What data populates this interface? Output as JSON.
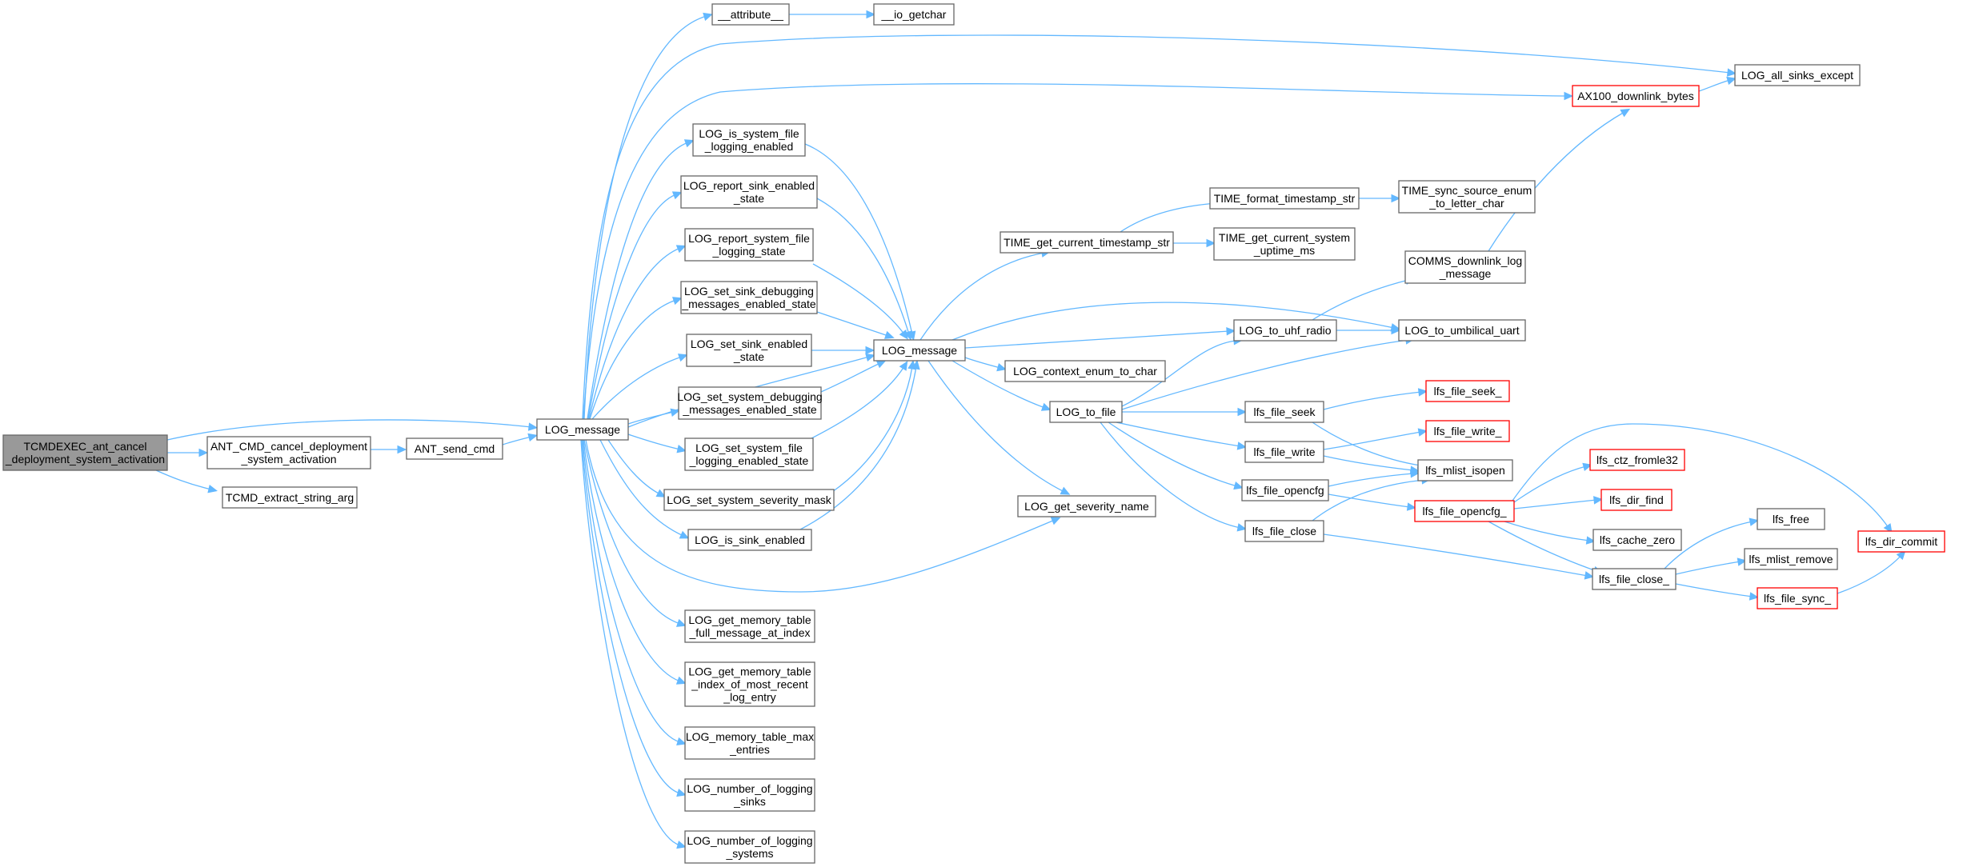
{
  "graph": {
    "colors": {
      "edge": "#63b8ff",
      "root_fill": "#999999",
      "node_border": "#666666",
      "incomplete_border": "#ff0000"
    },
    "nodes": [
      {
        "id": "tcmdexec",
        "lines": [
          "TCMDEXEC_ant_cancel",
          "_deployment_system_activation"
        ],
        "style": "root"
      },
      {
        "id": "ant_cmd_cancel",
        "lines": [
          "ANT_CMD_cancel_deployment",
          "_system_activation"
        ]
      },
      {
        "id": "tcmd_extract",
        "lines": [
          "TCMD_extract_string_arg"
        ]
      },
      {
        "id": "ant_send_cmd",
        "lines": [
          "ANT_send_cmd"
        ]
      },
      {
        "id": "log_message_a",
        "lines": [
          "LOG_message"
        ]
      },
      {
        "id": "attribute",
        "lines": [
          "__attribute__"
        ]
      },
      {
        "id": "io_getchar",
        "lines": [
          "__io_getchar"
        ]
      },
      {
        "id": "log_is_system_file",
        "lines": [
          "LOG_is_system_file",
          "_logging_enabled"
        ]
      },
      {
        "id": "log_report_sink",
        "lines": [
          "LOG_report_sink_enabled",
          "_state"
        ]
      },
      {
        "id": "log_report_system_file",
        "lines": [
          "LOG_report_system_file",
          "_logging_state"
        ]
      },
      {
        "id": "log_set_sink_debug",
        "lines": [
          "LOG_set_sink_debugging",
          "_messages_enabled_state"
        ]
      },
      {
        "id": "log_set_sink_enabled",
        "lines": [
          "LOG_set_sink_enabled",
          "_state"
        ]
      },
      {
        "id": "log_set_system_debug",
        "lines": [
          "LOG_set_system_debugging",
          "_messages_enabled_state"
        ]
      },
      {
        "id": "log_set_system_file",
        "lines": [
          "LOG_set_system_file",
          "_logging_enabled_state"
        ]
      },
      {
        "id": "log_set_system_severity",
        "lines": [
          "LOG_set_system_severity_mask"
        ]
      },
      {
        "id": "log_is_sink_enabled",
        "lines": [
          "LOG_is_sink_enabled"
        ]
      },
      {
        "id": "log_get_mem_full",
        "lines": [
          "LOG_get_memory_table",
          "_full_message_at_index"
        ]
      },
      {
        "id": "log_get_mem_index",
        "lines": [
          "LOG_get_memory_table",
          "_index_of_most_recent",
          "_log_entry"
        ]
      },
      {
        "id": "log_mem_max",
        "lines": [
          "LOG_memory_table_max",
          "_entries"
        ]
      },
      {
        "id": "log_num_sinks",
        "lines": [
          "LOG_number_of_logging",
          "_sinks"
        ]
      },
      {
        "id": "log_num_systems",
        "lines": [
          "LOG_number_of_logging",
          "_systems"
        ]
      },
      {
        "id": "log_message_b",
        "lines": [
          "LOG_message"
        ]
      },
      {
        "id": "time_get_ts",
        "lines": [
          "TIME_get_current_timestamp_str"
        ]
      },
      {
        "id": "time_format_ts",
        "lines": [
          "TIME_format_timestamp_str"
        ]
      },
      {
        "id": "time_sync_enum",
        "lines": [
          "TIME_sync_source_enum",
          "_to_letter_char"
        ]
      },
      {
        "id": "time_uptime",
        "lines": [
          "TIME_get_current_system",
          "_uptime_ms"
        ]
      },
      {
        "id": "log_context_enum",
        "lines": [
          "LOG_context_enum_to_char"
        ]
      },
      {
        "id": "log_to_file",
        "lines": [
          "LOG_to_file"
        ]
      },
      {
        "id": "log_get_severity",
        "lines": [
          "LOG_get_severity_name"
        ]
      },
      {
        "id": "ax100",
        "lines": [
          "AX100_downlink_bytes"
        ],
        "style": "red"
      },
      {
        "id": "log_all_sinks",
        "lines": [
          "LOG_all_sinks_except"
        ]
      },
      {
        "id": "comms_downlink",
        "lines": [
          "COMMS_downlink_log",
          "_message"
        ]
      },
      {
        "id": "log_to_uhf",
        "lines": [
          "LOG_to_uhf_radio"
        ]
      },
      {
        "id": "log_to_umbilical",
        "lines": [
          "LOG_to_umbilical_uart"
        ]
      },
      {
        "id": "lfs_file_seek",
        "lines": [
          "lfs_file_seek"
        ]
      },
      {
        "id": "lfs_file_seek_",
        "lines": [
          "lfs_file_seek_"
        ],
        "style": "red"
      },
      {
        "id": "lfs_file_write",
        "lines": [
          "lfs_file_write"
        ]
      },
      {
        "id": "lfs_file_write_",
        "lines": [
          "lfs_file_write_"
        ],
        "style": "red"
      },
      {
        "id": "lfs_mlist_isopen",
        "lines": [
          "lfs_mlist_isopen"
        ]
      },
      {
        "id": "lfs_file_opencfg",
        "lines": [
          "lfs_file_opencfg"
        ]
      },
      {
        "id": "lfs_file_opencfg_",
        "lines": [
          "lfs_file_opencfg_"
        ],
        "style": "red"
      },
      {
        "id": "lfs_ctz_fromle32",
        "lines": [
          "lfs_ctz_fromle32"
        ],
        "style": "red"
      },
      {
        "id": "lfs_dir_find",
        "lines": [
          "lfs_dir_find"
        ],
        "style": "red"
      },
      {
        "id": "lfs_cache_zero",
        "lines": [
          "lfs_cache_zero"
        ]
      },
      {
        "id": "lfs_dir_commit",
        "lines": [
          "lfs_dir_commit"
        ],
        "style": "red"
      },
      {
        "id": "lfs_file_close",
        "lines": [
          "lfs_file_close"
        ]
      },
      {
        "id": "lfs_file_close_",
        "lines": [
          "lfs_file_close_"
        ]
      },
      {
        "id": "lfs_free",
        "lines": [
          "lfs_free"
        ]
      },
      {
        "id": "lfs_mlist_remove",
        "lines": [
          "lfs_mlist_remove"
        ]
      },
      {
        "id": "lfs_file_sync_",
        "lines": [
          "lfs_file_sync_"
        ],
        "style": "red"
      }
    ],
    "edges": [
      [
        "tcmdexec",
        "ant_cmd_cancel"
      ],
      [
        "tcmdexec",
        "tcmd_extract"
      ],
      [
        "tcmdexec",
        "log_message_a"
      ],
      [
        "ant_cmd_cancel",
        "ant_send_cmd"
      ],
      [
        "ant_send_cmd",
        "log_message_a"
      ],
      [
        "log_message_a",
        "attribute"
      ],
      [
        "log_message_a",
        "log_all_sinks"
      ],
      [
        "log_message_a",
        "ax100"
      ],
      [
        "log_message_a",
        "log_is_system_file"
      ],
      [
        "log_message_a",
        "log_report_sink"
      ],
      [
        "log_message_a",
        "log_report_system_file"
      ],
      [
        "log_message_a",
        "log_set_sink_debug"
      ],
      [
        "log_message_a",
        "log_set_sink_enabled"
      ],
      [
        "log_message_a",
        "log_message_b"
      ],
      [
        "log_message_a",
        "log_set_system_debug"
      ],
      [
        "log_message_a",
        "log_set_system_file"
      ],
      [
        "log_message_a",
        "log_set_system_severity"
      ],
      [
        "log_message_a",
        "log_is_sink_enabled"
      ],
      [
        "log_message_a",
        "log_get_severity"
      ],
      [
        "log_message_a",
        "log_get_mem_full"
      ],
      [
        "log_message_a",
        "log_get_mem_index"
      ],
      [
        "log_message_a",
        "log_mem_max"
      ],
      [
        "log_message_a",
        "log_num_sinks"
      ],
      [
        "log_message_a",
        "log_num_systems"
      ],
      [
        "attribute",
        "io_getchar"
      ],
      [
        "log_is_system_file",
        "log_message_b"
      ],
      [
        "log_report_sink",
        "log_message_b"
      ],
      [
        "log_report_system_file",
        "log_message_b"
      ],
      [
        "log_set_sink_debug",
        "log_message_b"
      ],
      [
        "log_set_sink_enabled",
        "log_message_b"
      ],
      [
        "log_set_system_debug",
        "log_message_b"
      ],
      [
        "log_set_system_file",
        "log_message_b"
      ],
      [
        "log_set_system_severity",
        "log_message_b"
      ],
      [
        "log_is_sink_enabled",
        "log_message_b"
      ],
      [
        "log_message_b",
        "time_get_ts"
      ],
      [
        "log_message_b",
        "log_to_umbilical"
      ],
      [
        "log_message_b",
        "log_to_uhf"
      ],
      [
        "log_message_b",
        "log_context_enum"
      ],
      [
        "log_message_b",
        "log_to_file"
      ],
      [
        "log_message_b",
        "log_get_severity"
      ],
      [
        "time_get_ts",
        "time_format_ts"
      ],
      [
        "time_get_ts",
        "time_uptime"
      ],
      [
        "time_format_ts",
        "time_sync_enum"
      ],
      [
        "ax100",
        "log_all_sinks"
      ],
      [
        "comms_downlink",
        "ax100"
      ],
      [
        "log_to_uhf",
        "comms_downlink"
      ],
      [
        "log_to_uhf",
        "log_to_umbilical"
      ],
      [
        "log_to_file",
        "log_to_uhf"
      ],
      [
        "log_to_file",
        "log_to_umbilical"
      ],
      [
        "log_to_file",
        "lfs_file_seek"
      ],
      [
        "log_to_file",
        "lfs_file_write"
      ],
      [
        "log_to_file",
        "lfs_file_opencfg"
      ],
      [
        "log_to_file",
        "lfs_file_close"
      ],
      [
        "lfs_file_seek",
        "lfs_file_seek_"
      ],
      [
        "lfs_file_seek",
        "lfs_mlist_isopen"
      ],
      [
        "lfs_file_write",
        "lfs_file_write_"
      ],
      [
        "lfs_file_write",
        "lfs_mlist_isopen"
      ],
      [
        "lfs_file_opencfg",
        "lfs_mlist_isopen"
      ],
      [
        "lfs_file_opencfg",
        "lfs_file_opencfg_"
      ],
      [
        "lfs_file_opencfg_",
        "lfs_dir_commit"
      ],
      [
        "lfs_file_opencfg_",
        "lfs_ctz_fromle32"
      ],
      [
        "lfs_file_opencfg_",
        "lfs_dir_find"
      ],
      [
        "lfs_file_opencfg_",
        "lfs_cache_zero"
      ],
      [
        "lfs_file_opencfg_",
        "lfs_file_close_"
      ],
      [
        "lfs_file_close",
        "lfs_mlist_isopen"
      ],
      [
        "lfs_file_close",
        "lfs_file_close_"
      ],
      [
        "lfs_file_close_",
        "lfs_free"
      ],
      [
        "lfs_file_close_",
        "lfs_mlist_remove"
      ],
      [
        "lfs_file_close_",
        "lfs_file_sync_"
      ],
      [
        "lfs_file_sync_",
        "lfs_dir_commit"
      ]
    ]
  }
}
